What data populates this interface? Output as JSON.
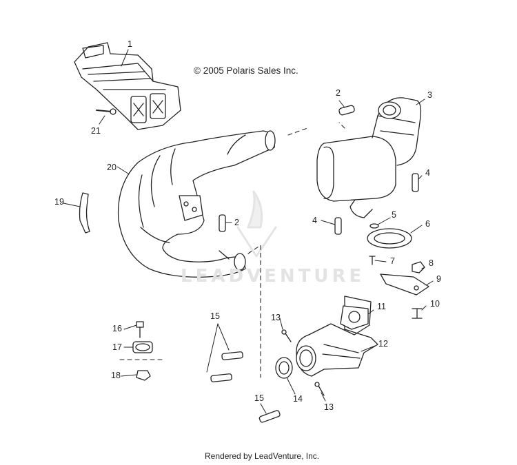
{
  "copyright": "© 2005 Polaris Sales Inc.",
  "footer": "Rendered by LeadVenture, Inc.",
  "watermark": "LEADVENTURE",
  "callouts": [
    "1",
    "2",
    "3",
    "21",
    "20",
    "4",
    "19",
    "2",
    "4",
    "5",
    "6",
    "7",
    "8",
    "9",
    "10",
    "11",
    "13",
    "16",
    "17",
    "15",
    "12",
    "18",
    "14",
    "15",
    "13"
  ]
}
